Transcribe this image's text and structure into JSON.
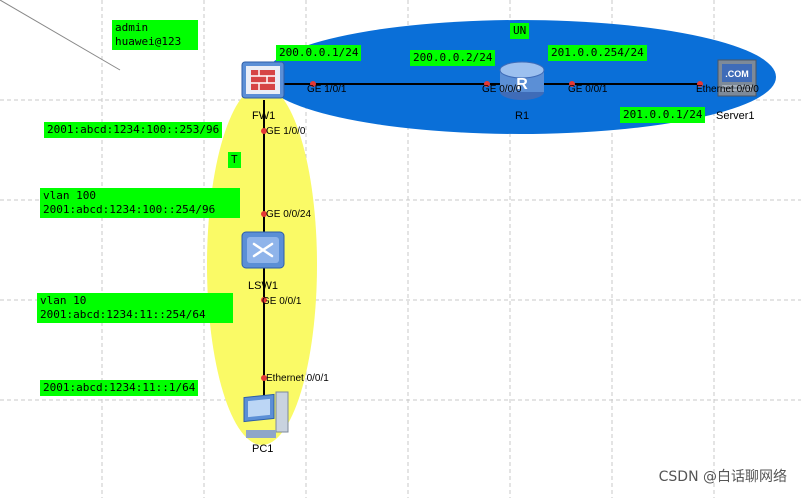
{
  "credentials": {
    "user": "admin",
    "password": "huawei@123"
  },
  "zones": {
    "untrust": "UN",
    "trust": "T"
  },
  "devices": {
    "fw": "FW1",
    "router": "R1",
    "server": "Server1",
    "switch": "LSW1",
    "pc": "PC1",
    "server_badge": ".COM"
  },
  "ports": {
    "fw_ge101": "GE 1/0/1",
    "fw_ge100": "GE 1/0/0",
    "r1_ge000": "GE 0/0/0",
    "r1_ge001": "GE 0/0/1",
    "srv_eth": "Ethernet 0/0/0",
    "lsw_ge0024": "GE 0/0/24",
    "lsw_ge001": "GE 0/0/1",
    "pc_eth": "Ethernet 0/0/1"
  },
  "addresses": {
    "fw_out": "200.0.0.1/24",
    "r1_in": "200.0.0.2/24",
    "r1_out": "201.0.0.254/24",
    "server": "201.0.0.1/24",
    "fw_in": "2001:abcd:1234:100::253/96",
    "vlan100_name": "vlan 100",
    "vlan100_addr": "2001:abcd:1234:100::254/96",
    "vlan10_name": "vlan 10",
    "vlan10_addr": "2001:abcd:1234:11::254/64",
    "pc": "2001:abcd:1234:11::1/64"
  },
  "colors": {
    "untrust_zone": "#0a6fd8",
    "trust_zone": "#fafa66",
    "label_bg": "#00ff00",
    "port_dot": "#e53935",
    "grid": "#c8c8c8"
  },
  "watermark": "CSDN @白话聊网络"
}
